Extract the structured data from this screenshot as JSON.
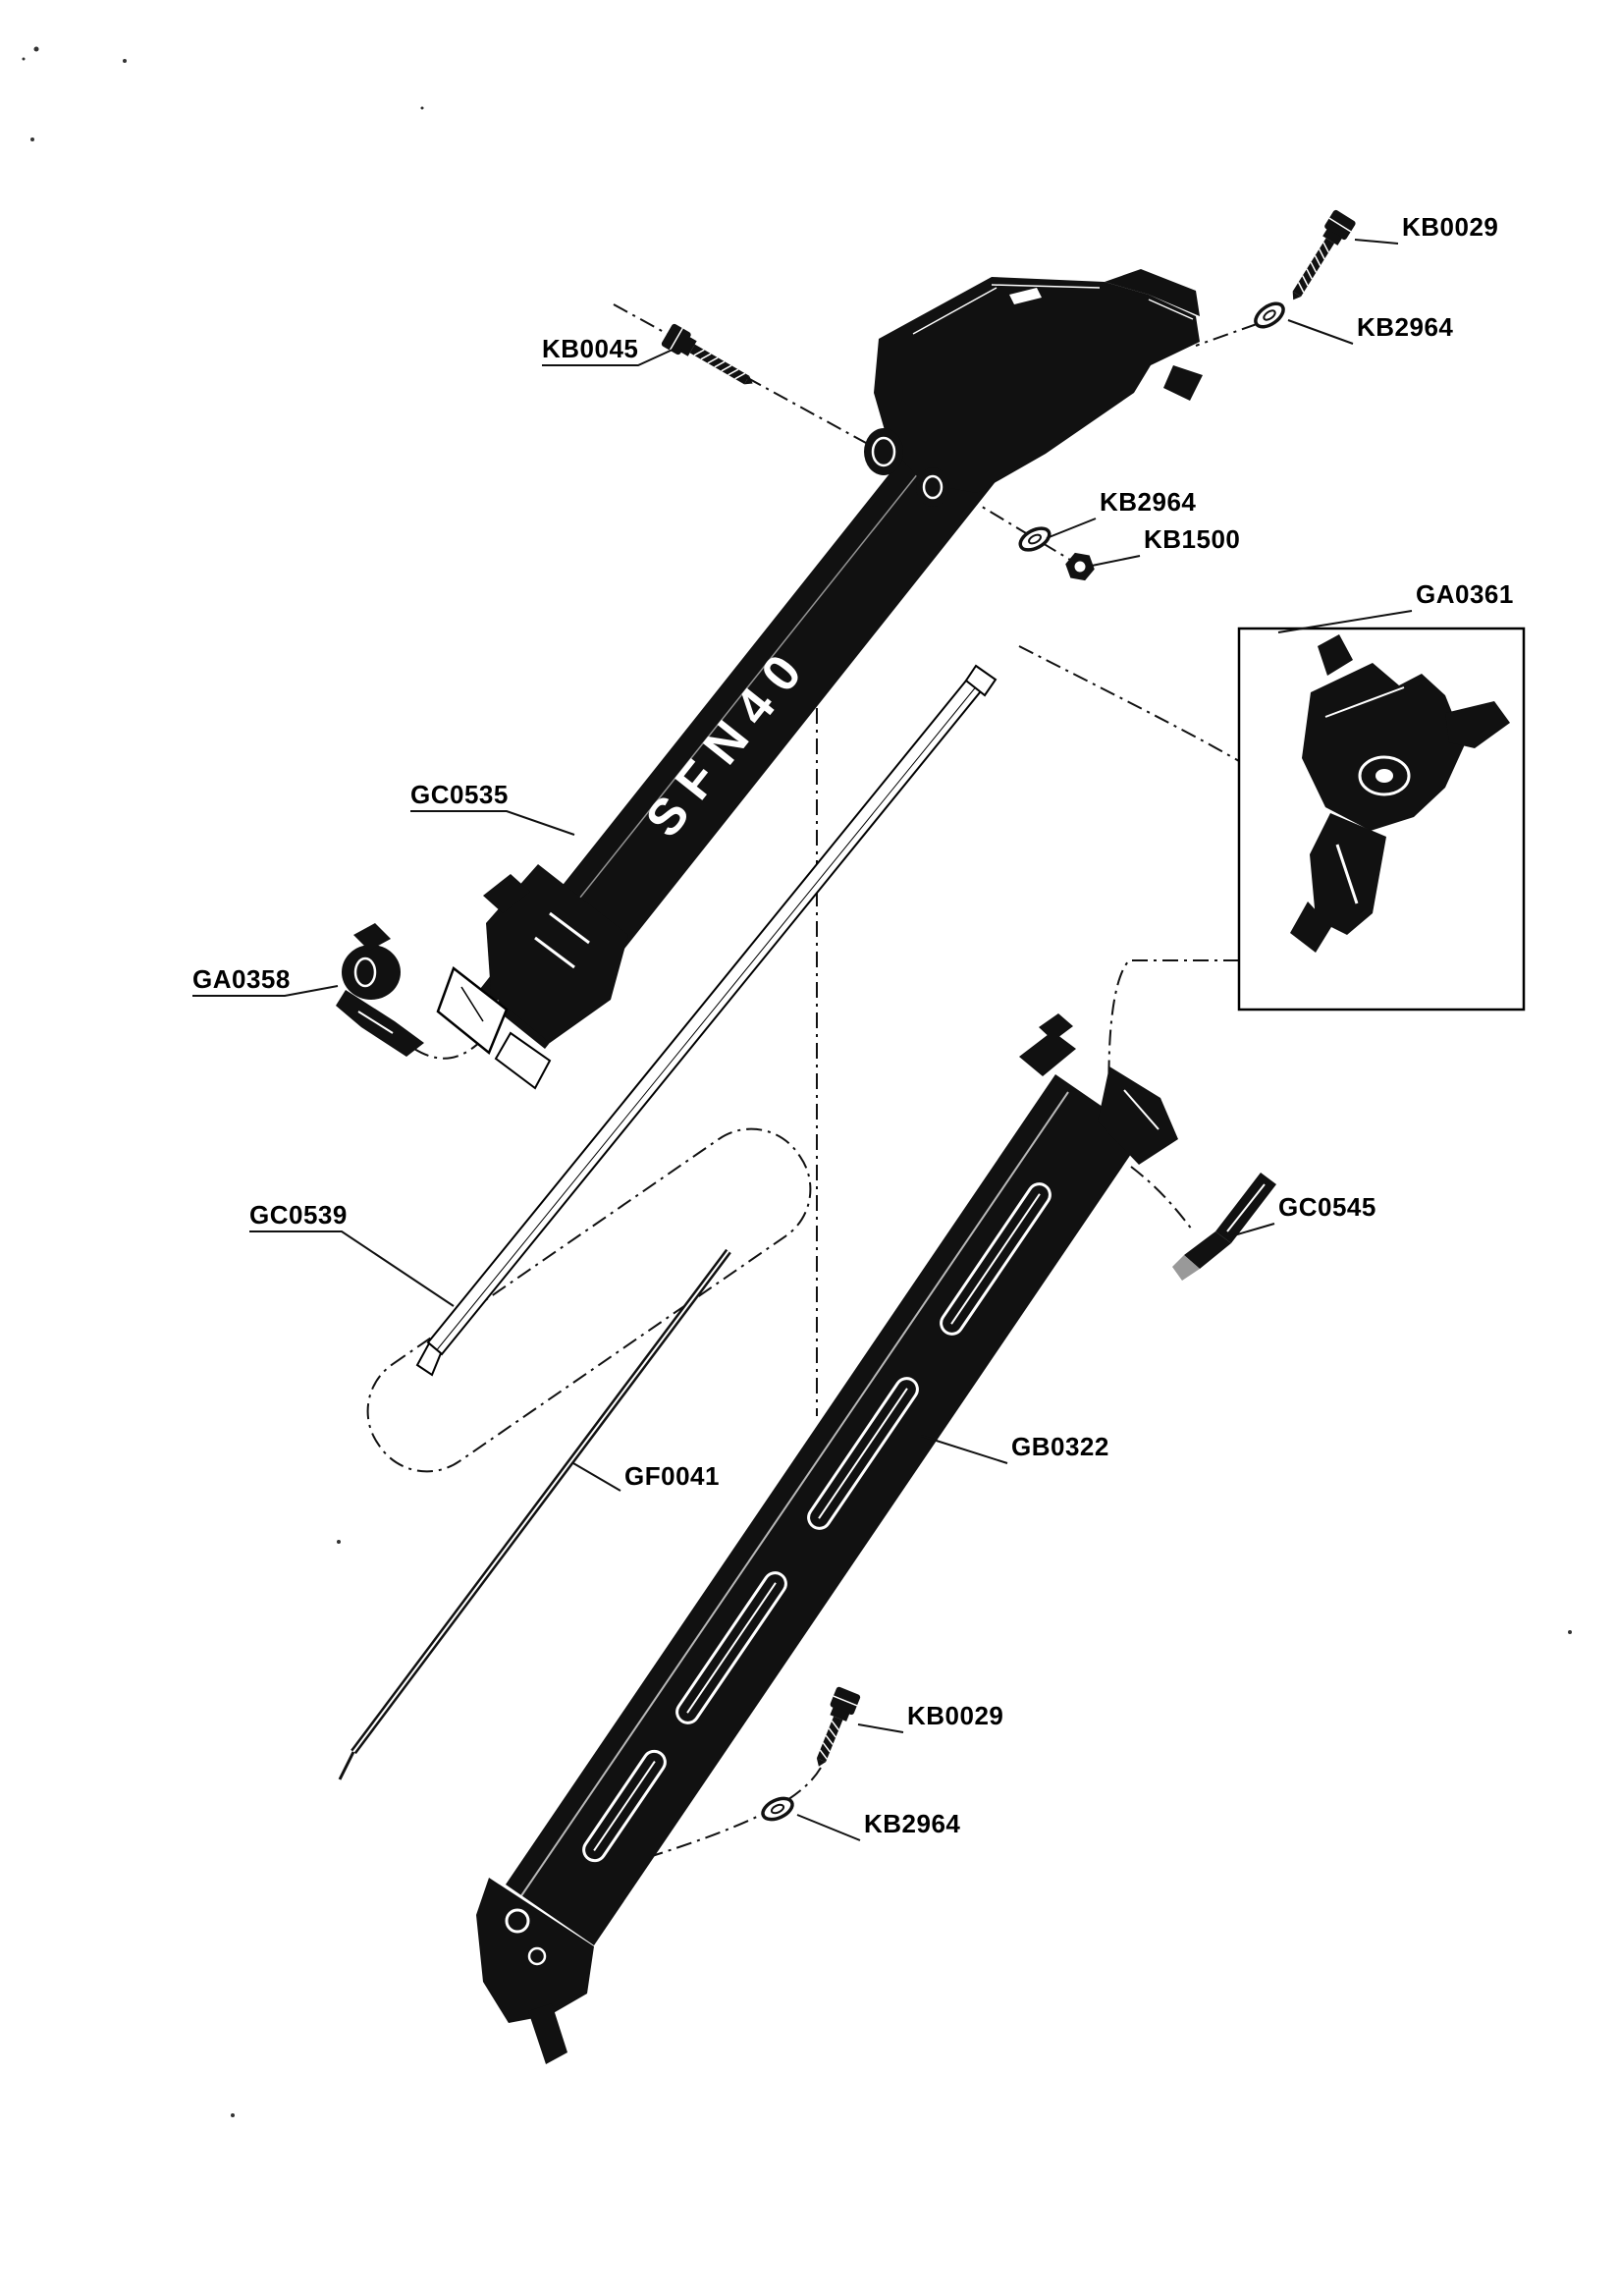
{
  "diagram": {
    "paper_color": "#ffffff",
    "ink_color": "#111111",
    "body_marking": "SFN40",
    "labels": {
      "kb0029_top": "KB0029",
      "kb2964_top": "KB2964",
      "kb0045": "KB0045",
      "kb2964_mid": "KB2964",
      "kb1500": "KB1500",
      "ga0361": "GA0361",
      "gc0535": "GC0535",
      "ga0358": "GA0358",
      "gc0539": "GC0539",
      "gc0545": "GC0545",
      "gb0322": "GB0322",
      "gf0041": "GF0041",
      "kb0029_bottom": "KB0029",
      "kb2964_bottom": "KB2964"
    }
  }
}
